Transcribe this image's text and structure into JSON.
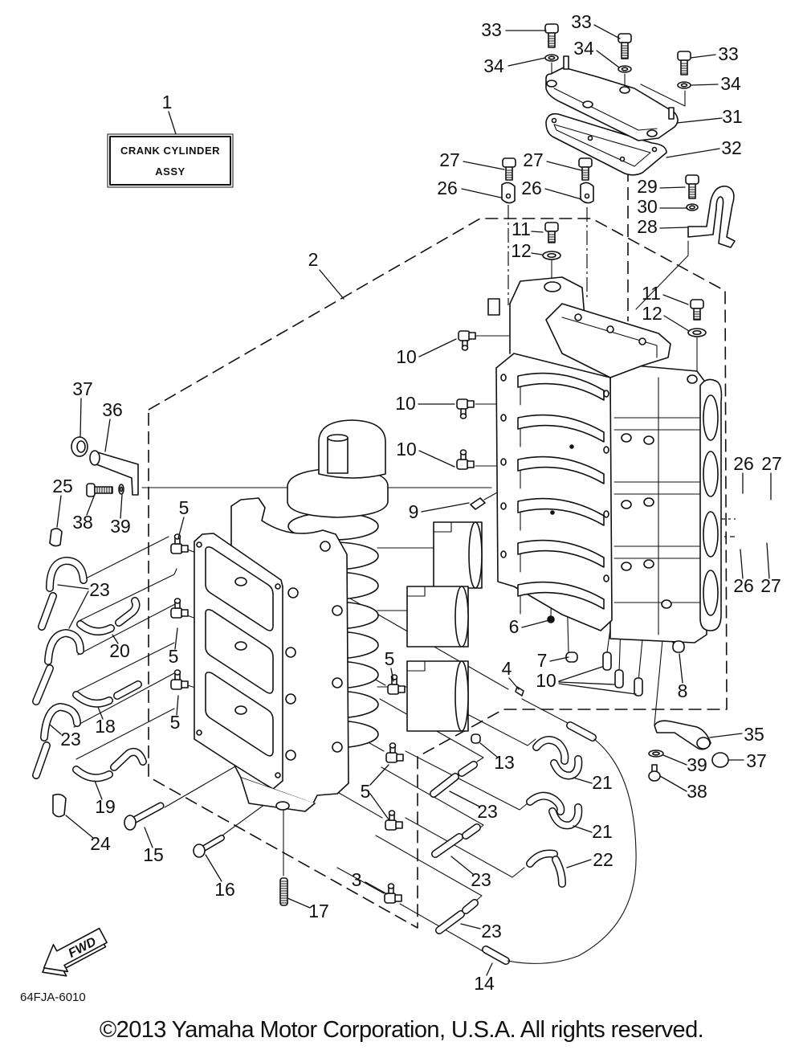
{
  "title_box": {
    "line1": "CRANK CYLINDER",
    "line2": "ASSY"
  },
  "callouts": [
    "1",
    "2",
    "3",
    "4",
    "5",
    "5",
    "5",
    "5",
    "5",
    "6",
    "7",
    "8",
    "9",
    "10",
    "10",
    "10",
    "10",
    "11",
    "11",
    "12",
    "12",
    "13",
    "14",
    "15",
    "16",
    "17",
    "18",
    "19",
    "20",
    "21",
    "21",
    "22",
    "23",
    "23",
    "23",
    "23",
    "23",
    "24",
    "25",
    "26",
    "26",
    "26",
    "26",
    "27",
    "27",
    "27",
    "27",
    "28",
    "29",
    "30",
    "31",
    "32",
    "33",
    "33",
    "33",
    "34",
    "34",
    "34",
    "35",
    "36",
    "37",
    "37",
    "38",
    "38",
    "39",
    "39"
  ],
  "fwd_label": "FWD",
  "diagram_code": "64FJA-6010",
  "copyright": "©2013 Yamaha Motor Corporation, U.S.A. All rights reserved."
}
